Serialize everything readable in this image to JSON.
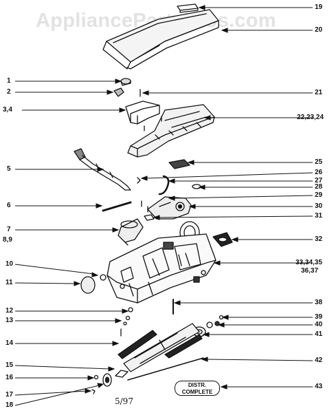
{
  "watermark": "AppliancePartsPros.com",
  "date_code": "5/97",
  "distr_box": {
    "line1": "DISTR.",
    "line2": "COMPLETE"
  },
  "left_labels": [
    {
      "id": "1",
      "text": "1"
    },
    {
      "id": "2",
      "text": "2"
    },
    {
      "id": "3",
      "text": "3,4"
    },
    {
      "id": "5",
      "text": "5"
    },
    {
      "id": "6",
      "text": "6"
    },
    {
      "id": "7",
      "text": "7"
    },
    {
      "id": "8",
      "text": "8,9"
    },
    {
      "id": "10",
      "text": "10"
    },
    {
      "id": "11",
      "text": "11"
    },
    {
      "id": "12",
      "text": "12"
    },
    {
      "id": "13",
      "text": "13"
    },
    {
      "id": "14",
      "text": "14"
    },
    {
      "id": "15",
      "text": "15"
    },
    {
      "id": "16",
      "text": "16"
    },
    {
      "id": "17",
      "text": "17"
    },
    {
      "id": "18",
      "text": "18"
    }
  ],
  "right_labels": [
    {
      "id": "19",
      "text": "19"
    },
    {
      "id": "20",
      "text": "20"
    },
    {
      "id": "21",
      "text": "21"
    },
    {
      "id": "22",
      "text": "22,23,24"
    },
    {
      "id": "25",
      "text": "25"
    },
    {
      "id": "26",
      "text": "26"
    },
    {
      "id": "27",
      "text": "27"
    },
    {
      "id": "28",
      "text": "28"
    },
    {
      "id": "29",
      "text": "29"
    },
    {
      "id": "30",
      "text": "30"
    },
    {
      "id": "31",
      "text": "31"
    },
    {
      "id": "32",
      "text": "32"
    },
    {
      "id": "33a",
      "text": "33,34,35"
    },
    {
      "id": "33b",
      "text": "36,37"
    },
    {
      "id": "38",
      "text": "38"
    },
    {
      "id": "39",
      "text": "39"
    },
    {
      "id": "40",
      "text": "40"
    },
    {
      "id": "41",
      "text": "41"
    },
    {
      "id": "42",
      "text": "42"
    },
    {
      "id": "43",
      "text": "43"
    }
  ]
}
